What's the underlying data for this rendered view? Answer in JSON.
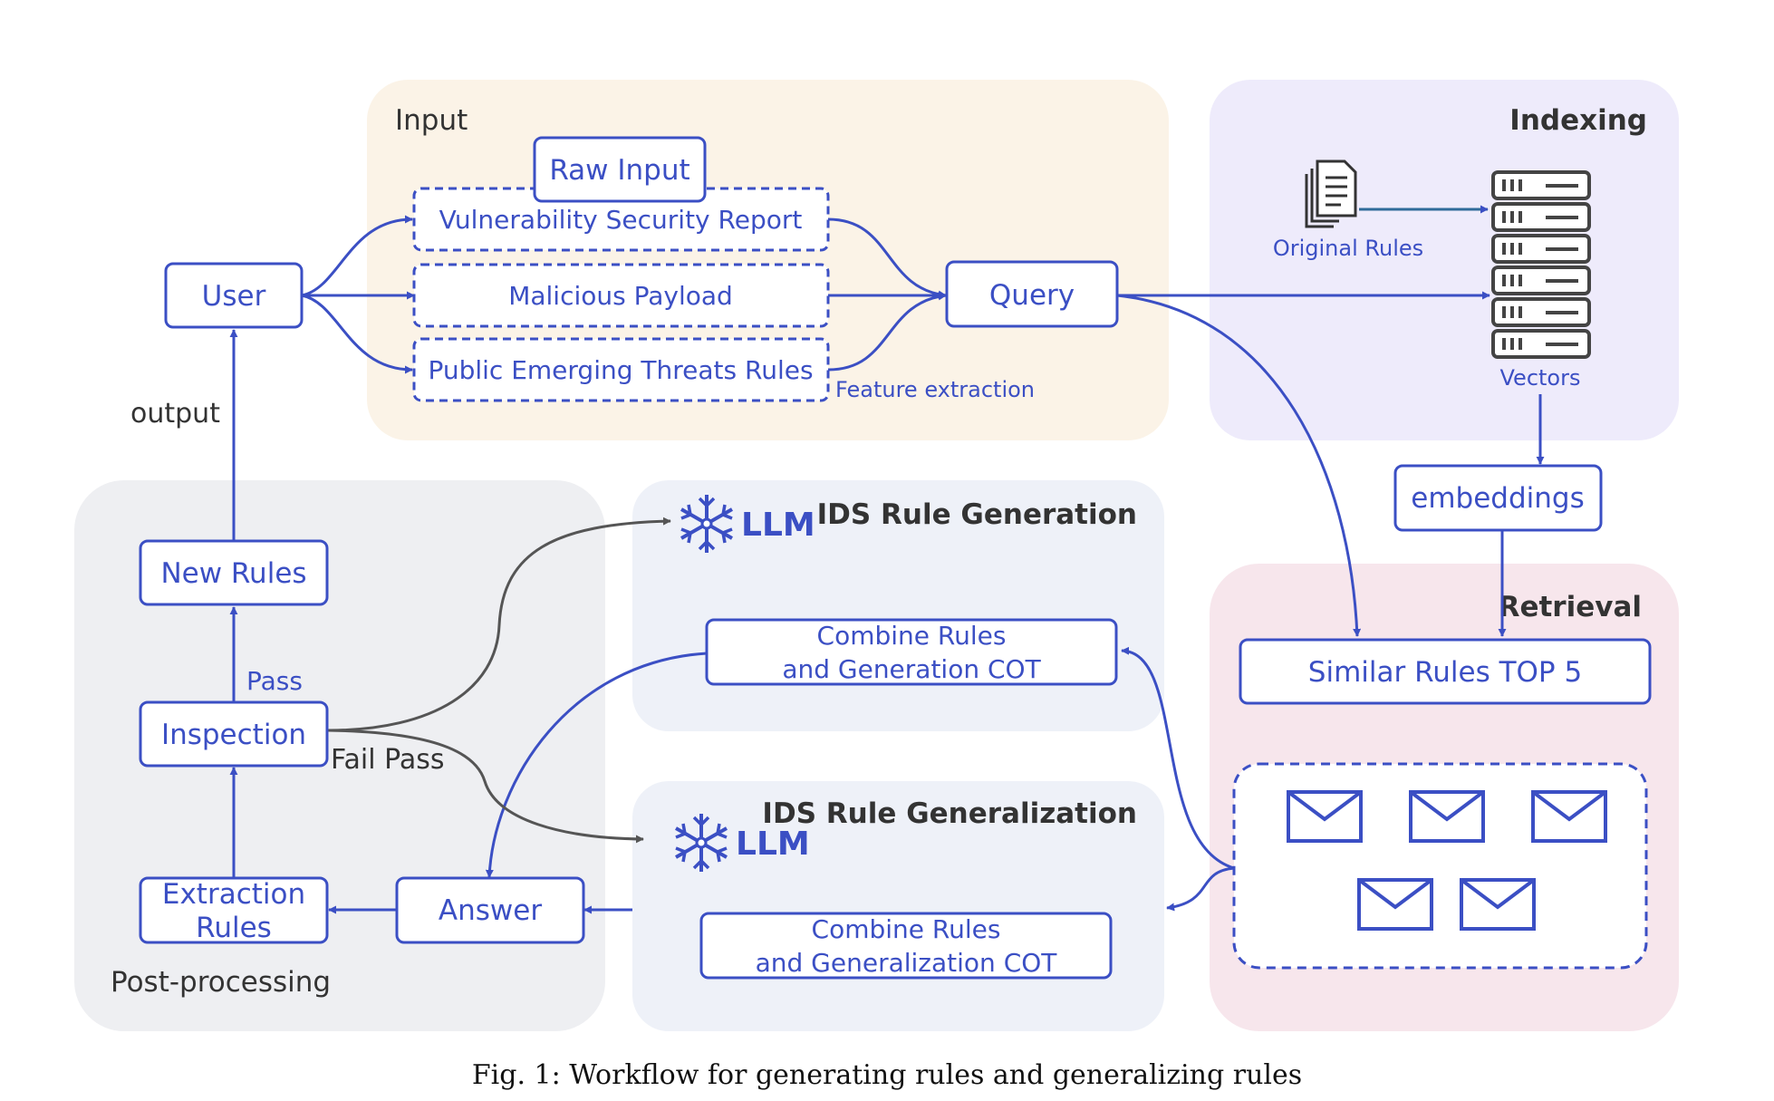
{
  "colors": {
    "accent": "#3b4fc4",
    "input_bg": "#fbf3e7",
    "indexing_bg": "#eeebfb",
    "retrieval_bg": "#f7e6ec",
    "postprocessing_bg": "#eeeff2",
    "generation_bg": "#eef1f8",
    "dark_arrow": "#555555"
  },
  "regions": {
    "input": "Input",
    "indexing": "Indexing",
    "retrieval": "Retrieval",
    "postprocessing": "Post-processing",
    "generation": "IDS Rule Generation",
    "generalization": "IDS Rule Generalization"
  },
  "nodes": {
    "user": "User",
    "raw_input": "Raw Input",
    "vuln_report": "Vulnerability Security Report",
    "malicious_payload": "Malicious Payload",
    "public_rules": "Public Emerging Threats Rules",
    "query": "Query",
    "original_rules": "Original Rules",
    "vectors": "Vectors",
    "embeddings": "embeddings",
    "similar_rules": "Similar Rules TOP 5",
    "combine_gen_line1": "Combine Rules",
    "combine_gen_line2": "and Generation COT",
    "combine_genz_line1": "Combine Rules",
    "combine_genz_line2": "and Generalization COT",
    "llm_generation": "LLM",
    "llm_generalization": "LLM",
    "new_rules": "New Rules",
    "inspection": "Inspection",
    "extraction_line1": "Extraction",
    "extraction_line2": "Rules",
    "answer": "Answer"
  },
  "edge_labels": {
    "feature_extraction": "Feature extraction",
    "output": "output",
    "pass": "Pass",
    "fail_pass": "Fail Pass"
  },
  "icons": {
    "document": "document-stack-icon",
    "server": "server-rack-icon",
    "snowflake": "snowflake-icon",
    "envelope": "envelope-icon"
  },
  "caption": "Fig. 1: Workflow for generating rules and generalizing rules"
}
